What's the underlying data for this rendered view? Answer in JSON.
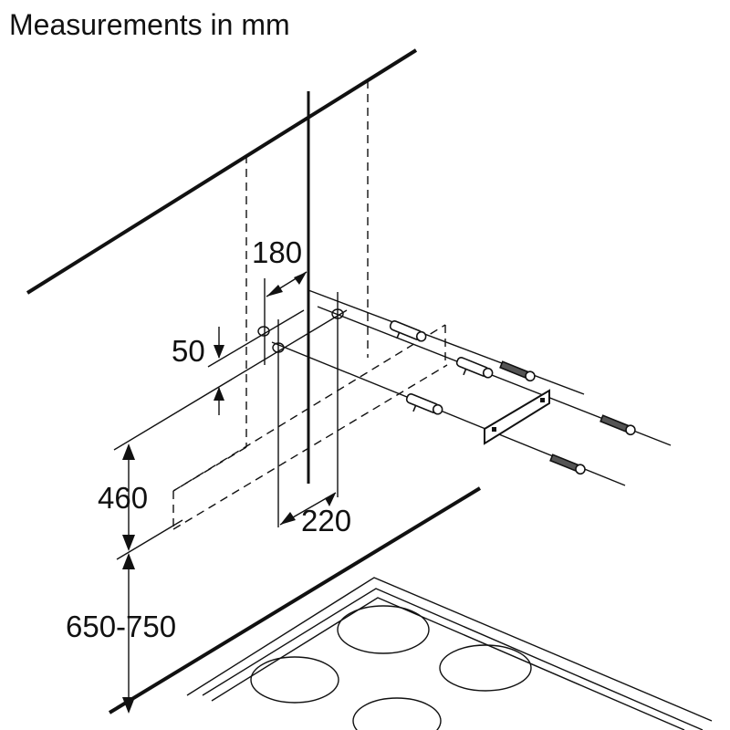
{
  "title": "Measurements in mm",
  "dimensions": {
    "bracket_offset": "180",
    "hole_vertical_spacing": "50",
    "hood_height": "460",
    "hole_horizontal_spacing": "220",
    "hob_clearance": "650-750"
  },
  "colors": {
    "line": "#111111",
    "background": "#ffffff"
  }
}
